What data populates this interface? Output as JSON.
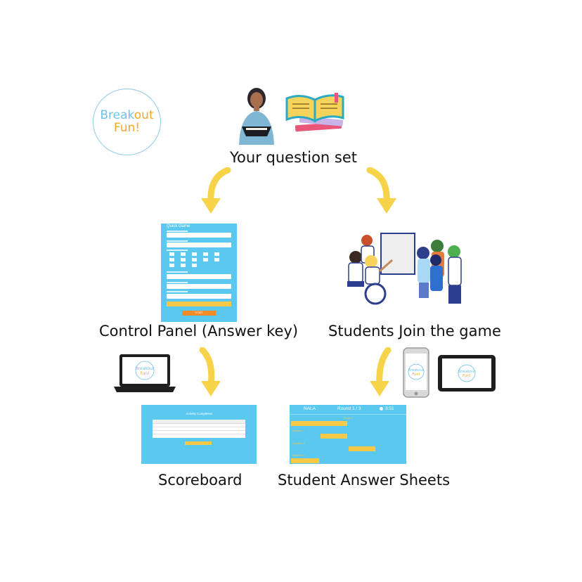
{
  "logo": {
    "line1_a": "Break",
    "line1_b": "out",
    "line2": "Fun!"
  },
  "nodes": {
    "question_set": "Your question set",
    "control_panel": "Control Panel (Answer key)",
    "students_join": "Students Join the game",
    "scoreboard": "Scoreboard",
    "answer_sheets": "Student Answer Sheets"
  },
  "control_panel_screen": {
    "title": "Quick Game",
    "start_label": "START"
  },
  "scoreboard_screen": {
    "title": "Activity Completed"
  },
  "answer_screen": {
    "name": "NALA",
    "round": "Round 1 / 3",
    "timer": "3:51",
    "team": "Team 2",
    "q1": "Question 1",
    "q2": "Question 2",
    "q3": "Question 3"
  },
  "colors": {
    "arrow": "#f7d34a",
    "screen": "#5bc8f0",
    "accent": "#f7c948",
    "logo_blue": "#6ec3ea",
    "logo_orange": "#f5a623"
  }
}
